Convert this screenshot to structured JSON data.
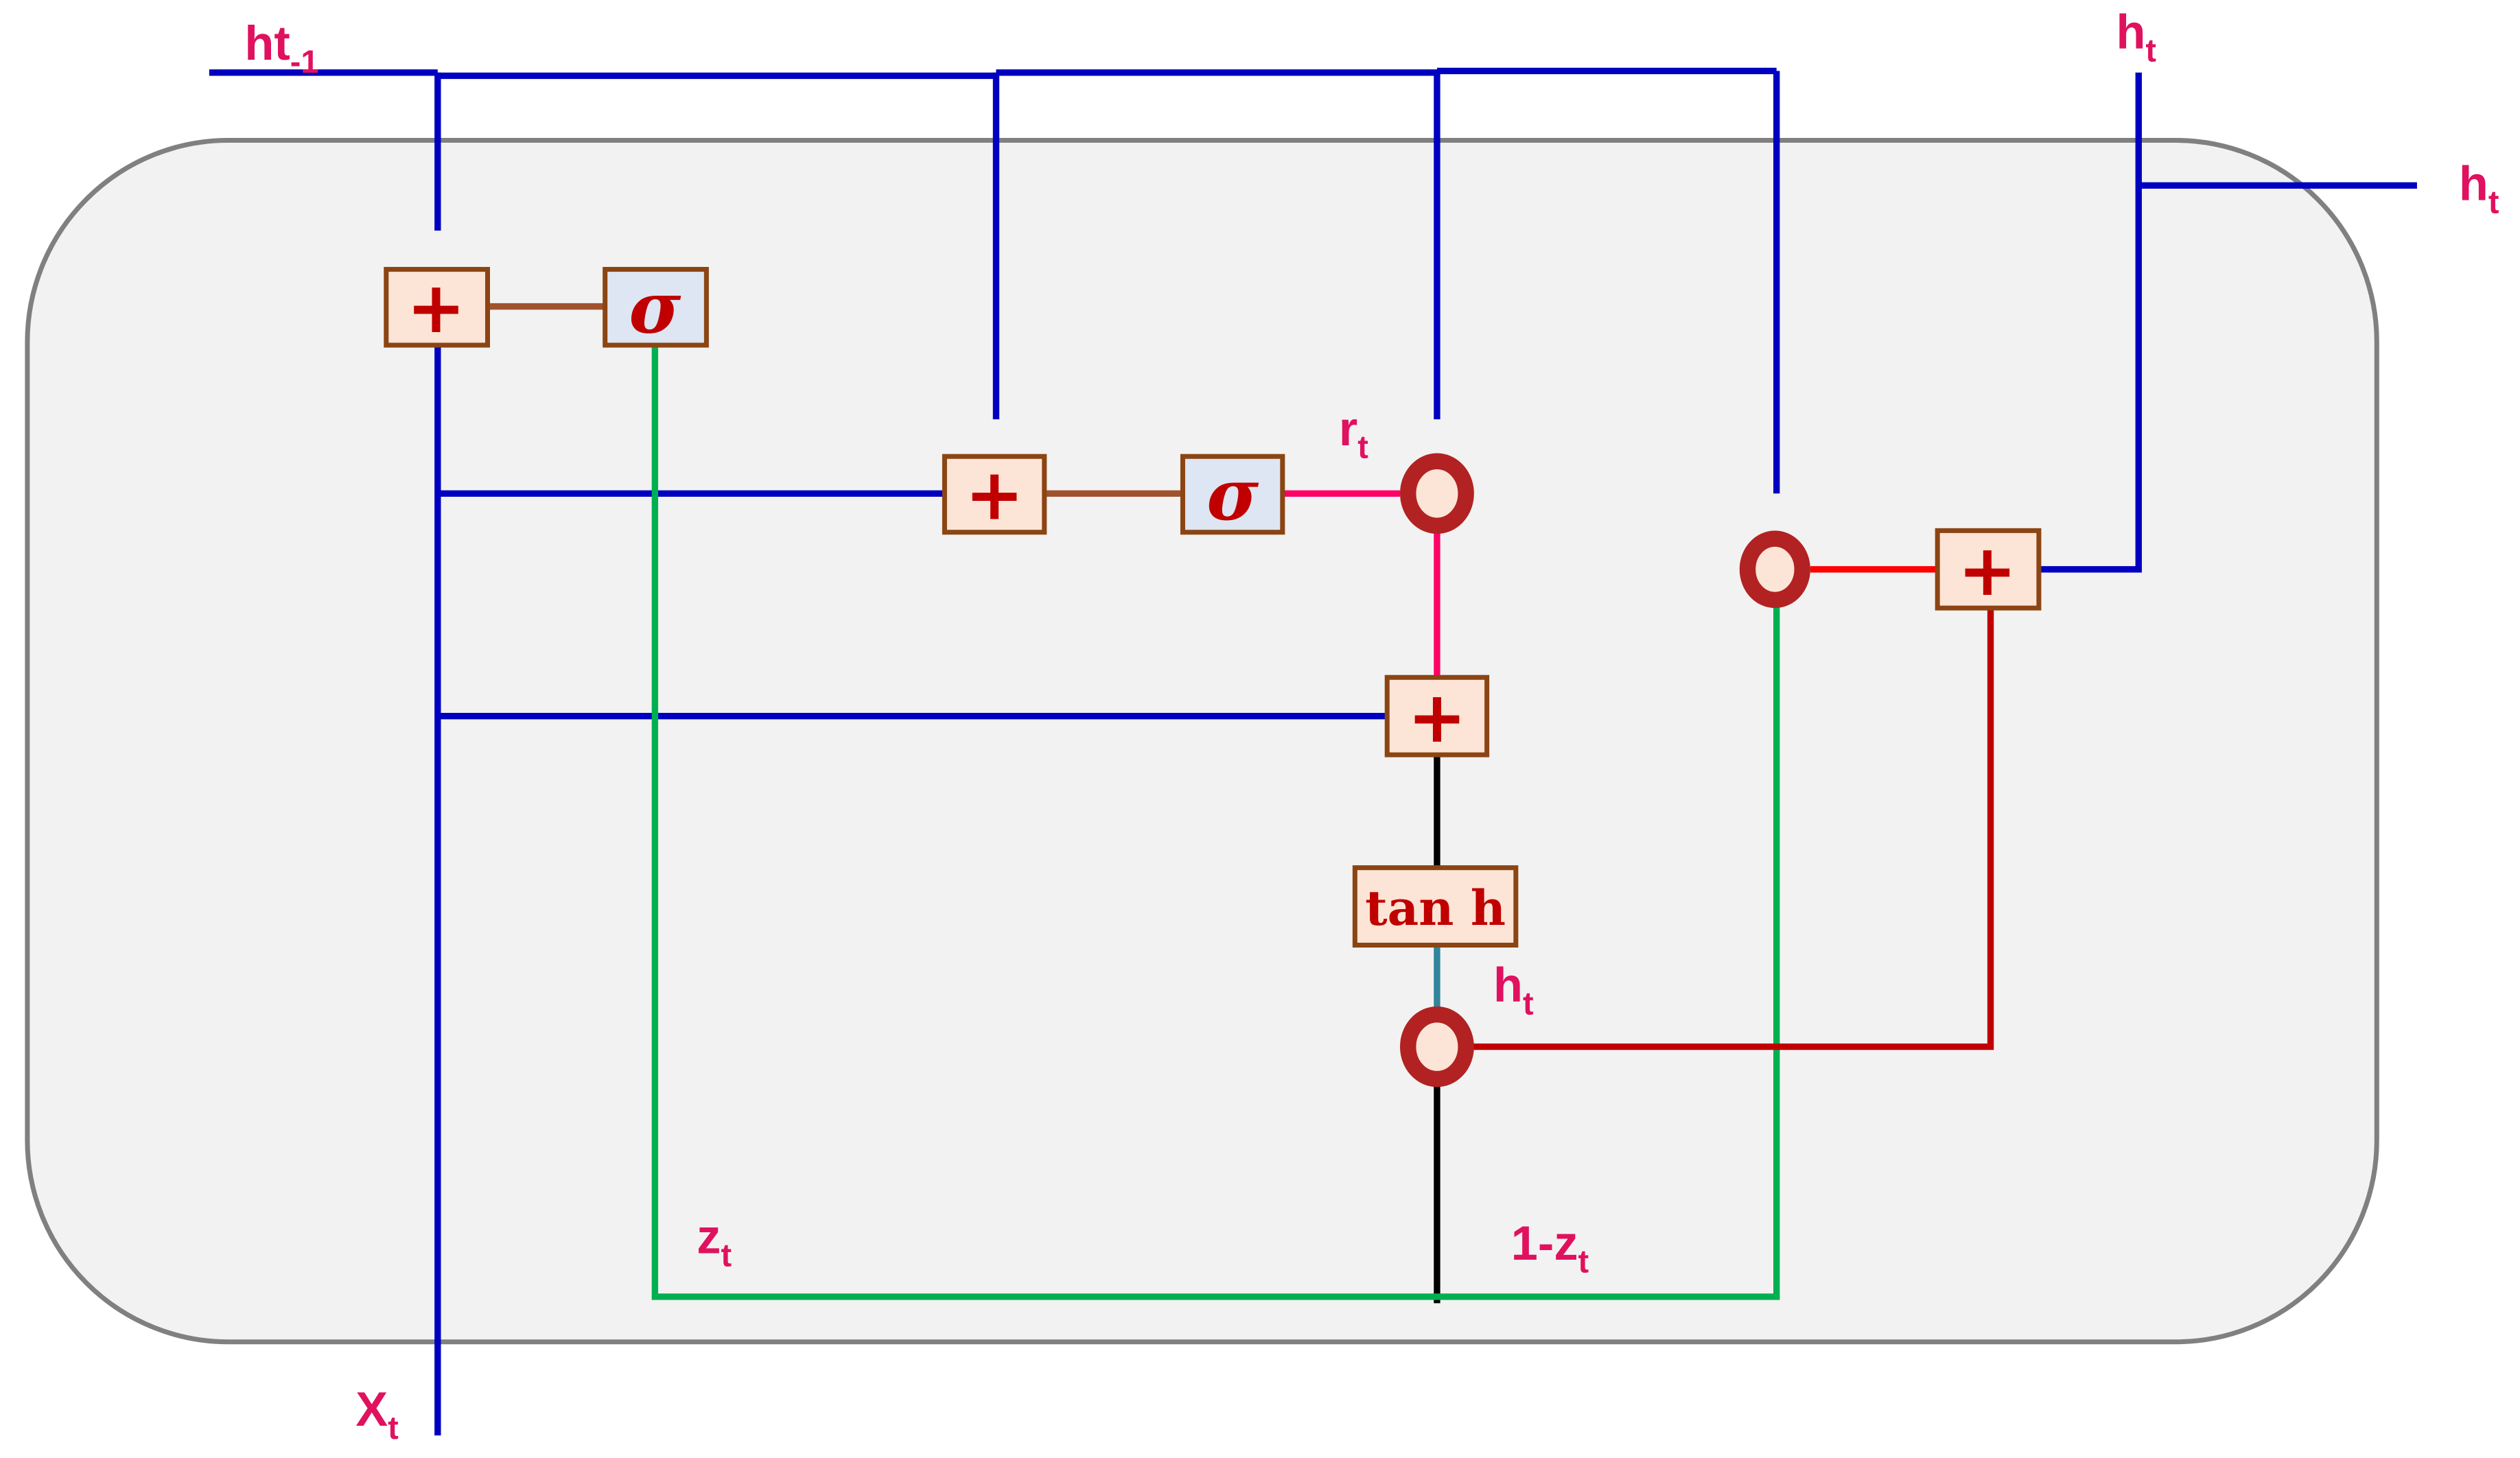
{
  "colors": {
    "cell_fill": "#f2f2f2",
    "cell_border": "#808080",
    "blue_wire": "#0000c0",
    "green_wire": "#00b050",
    "red_wire": "#c00000",
    "pink_wire": "#ff0066",
    "black_wire": "#000000",
    "teal_wire": "#31859c",
    "brown_wire": "#a0522d",
    "box_border": "#8b4513",
    "plus_box_fill": "#fce4d6",
    "sigma_box_fill": "#dde6f2",
    "operator_text": "#c00000",
    "label_text": "#e0115f",
    "hadamard_ring": "#b22222",
    "hadamard_fill": "#fce4d6"
  },
  "labels": {
    "h_prev": {
      "main": "ht",
      "sub": "-1"
    },
    "x_t": {
      "main": "X",
      "sub": "t"
    },
    "h_out_top": {
      "main": "h",
      "sub": "t"
    },
    "h_out_right": {
      "main": "h",
      "sub": "t"
    },
    "r_t": {
      "main": "r",
      "sub": "t"
    },
    "h_cand": {
      "main": "h",
      "sub": "t"
    },
    "z_t": {
      "main": "z",
      "sub": "t"
    },
    "one_minus_z": {
      "main": "1-z",
      "sub": "t"
    }
  },
  "operators": {
    "plus": "+",
    "sigma": "σ",
    "tanh": "tan h"
  }
}
